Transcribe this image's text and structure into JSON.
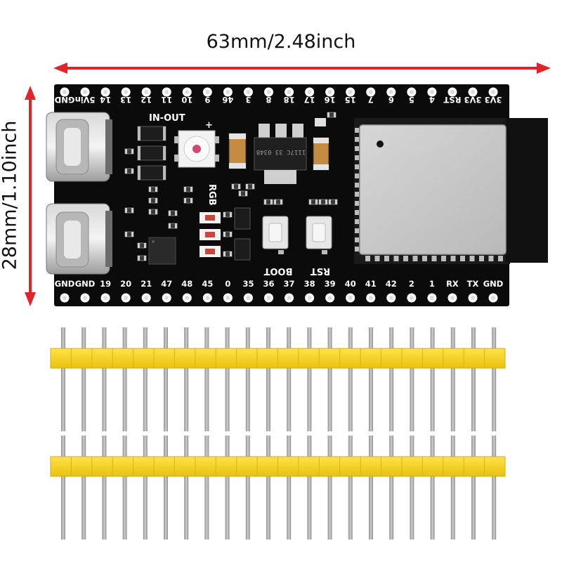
{
  "dimensions": {
    "width_label": "63mm/2.48inch",
    "height_label": "28mm/1.10inch",
    "arrow_color": "#e0242b"
  },
  "board": {
    "top_pins": [
      "GND",
      "5Vin",
      "14",
      "13",
      "12",
      "11",
      "10",
      "9",
      "46",
      "3",
      "8",
      "18",
      "17",
      "16",
      "15",
      "7",
      "6",
      "5",
      "4",
      "RST",
      "3V3",
      "3V3"
    ],
    "bottom_pins": [
      "GND",
      "GND",
      "19",
      "20",
      "21",
      "47",
      "48",
      "45",
      "0",
      "35",
      "36",
      "37",
      "38",
      "39",
      "40",
      "41",
      "42",
      "2",
      "1",
      "RX",
      "TX",
      "GND"
    ],
    "labels": {
      "in_out": "IN-OUT",
      "plus": "+",
      "rgb": "RGB",
      "boot": "BOOT",
      "rst": "RST",
      "regulator": "1117C 33 0348"
    },
    "colors": {
      "pcb": "#0b0b0b",
      "module_shield": "#c9c9c9",
      "header_plastic": "#f4d21c",
      "header_pin": "#a7a7a7"
    }
  },
  "headers": {
    "count": 2,
    "pins_per_row": 22
  }
}
